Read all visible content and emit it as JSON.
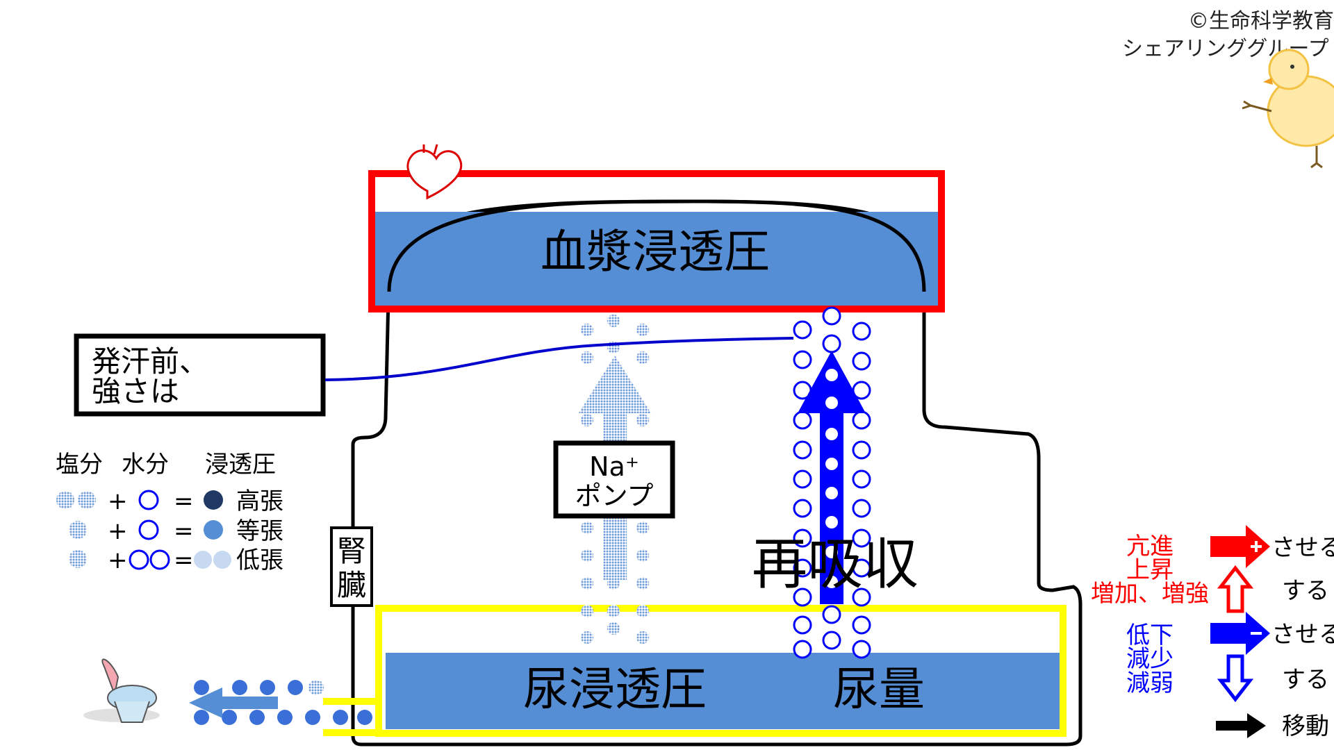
{
  "copyright": {
    "line1": "©生命科学教育",
    "line2": "シェアリンググループ"
  },
  "boxes": {
    "plasma": "血漿浸透圧",
    "urine_osm": "尿浸透圧",
    "urine_vol": "尿量",
    "kidney": [
      "腎",
      "臓"
    ],
    "pump": [
      "Na⁺",
      "ポンプ"
    ],
    "reabsorb": "再吸収",
    "note": [
      "発汗前、",
      "強さは"
    ]
  },
  "legend": {
    "headers": [
      "塩分",
      "水分",
      "浸透圧"
    ],
    "rows": [
      {
        "plus": "+",
        "eq": "=",
        "label": "高張"
      },
      {
        "plus": "+",
        "eq": "=",
        "label": "等張"
      },
      {
        "plus": "+",
        "eq": "=",
        "label": "低張"
      }
    ]
  },
  "key": {
    "up_words": [
      "亢進",
      "上昇",
      "増加、増強"
    ],
    "down_words": [
      "低下",
      "減少",
      "減弱"
    ],
    "saseru": "させる",
    "suru": "する",
    "move": "移動"
  },
  "colors": {
    "red": "#ff0000",
    "blue": "#0000ff",
    "fill": "#558ed5",
    "yellow": "#ffff00",
    "navy": "#1f3864",
    "salt": "#8eb0e0"
  }
}
